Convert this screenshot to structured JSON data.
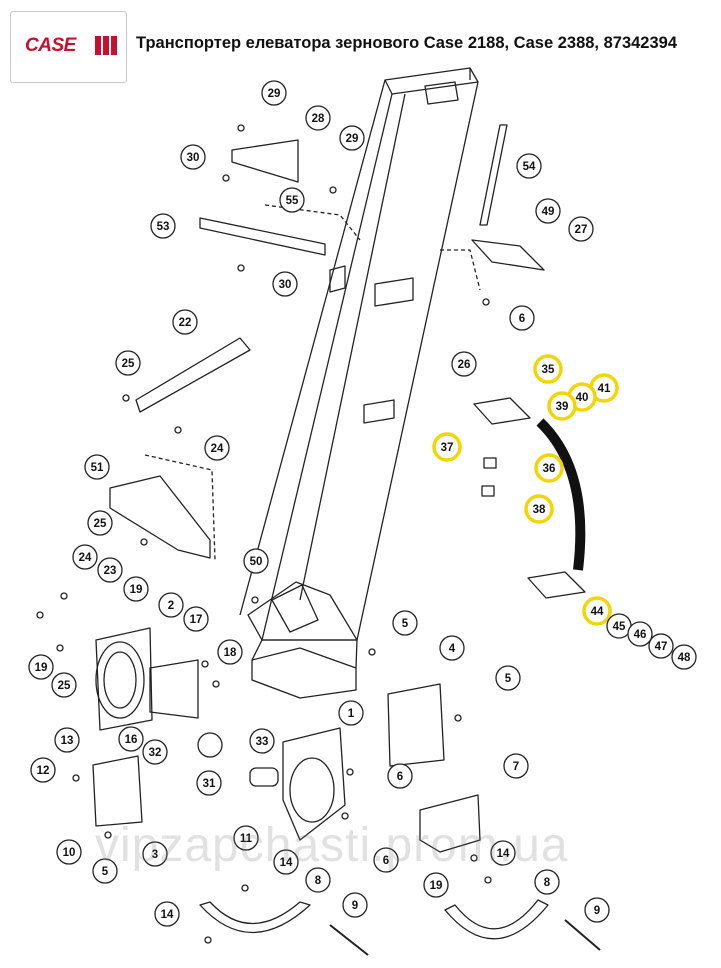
{
  "header": {
    "brand": "CASE",
    "title": "Транспортер елеватора зернового Case 2188, Case 2388, 87342394"
  },
  "watermark": "vipzapchasti.prom.ua",
  "colors": {
    "brand_red": "#c8102e",
    "highlight": "#f2d600",
    "line": "#222222"
  },
  "callouts": [
    {
      "label": "29"
    },
    {
      "label": "28"
    },
    {
      "label": "30"
    },
    {
      "label": "29"
    },
    {
      "label": "55"
    },
    {
      "label": "54"
    },
    {
      "label": "53"
    },
    {
      "label": "49"
    },
    {
      "label": "27"
    },
    {
      "label": "30"
    },
    {
      "label": "6"
    },
    {
      "label": "22"
    },
    {
      "label": "26"
    },
    {
      "label": "25"
    },
    {
      "label": "35",
      "highlight": true
    },
    {
      "label": "41",
      "highlight": true
    },
    {
      "label": "40",
      "highlight": true
    },
    {
      "label": "39",
      "highlight": true
    },
    {
      "label": "24"
    },
    {
      "label": "37",
      "highlight": true
    },
    {
      "label": "36",
      "highlight": true
    },
    {
      "label": "51"
    },
    {
      "label": "38",
      "highlight": true
    },
    {
      "label": "25"
    },
    {
      "label": "50"
    },
    {
      "label": "24"
    },
    {
      "label": "23"
    },
    {
      "label": "19"
    },
    {
      "label": "2"
    },
    {
      "label": "44",
      "highlight": true
    },
    {
      "label": "45"
    },
    {
      "label": "46"
    },
    {
      "label": "47"
    },
    {
      "label": "48"
    },
    {
      "label": "17"
    },
    {
      "label": "5"
    },
    {
      "label": "19"
    },
    {
      "label": "18"
    },
    {
      "label": "4"
    },
    {
      "label": "25"
    },
    {
      "label": "5"
    },
    {
      "label": "16"
    },
    {
      "label": "1"
    },
    {
      "label": "13"
    },
    {
      "label": "33"
    },
    {
      "label": "32"
    },
    {
      "label": "12"
    },
    {
      "label": "6"
    },
    {
      "label": "7"
    },
    {
      "label": "31"
    },
    {
      "label": "10"
    },
    {
      "label": "3"
    },
    {
      "label": "11"
    },
    {
      "label": "6"
    },
    {
      "label": "14"
    },
    {
      "label": "14"
    },
    {
      "label": "5"
    },
    {
      "label": "19"
    },
    {
      "label": "8"
    },
    {
      "label": "8"
    },
    {
      "label": "14"
    },
    {
      "label": "9"
    },
    {
      "label": "9"
    }
  ]
}
